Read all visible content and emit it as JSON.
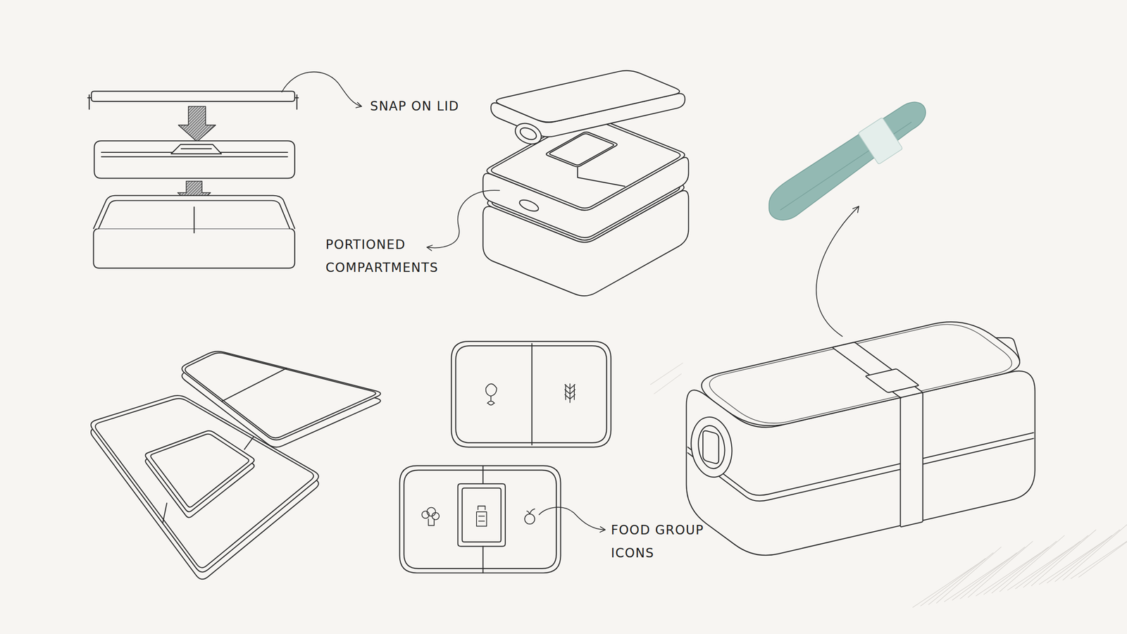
{
  "diagram": {
    "labels": [
      "SNAP ON LID",
      "PORTIONED COMPARTMENTS",
      "FOOD GROUP ICONS"
    ]
  }
}
